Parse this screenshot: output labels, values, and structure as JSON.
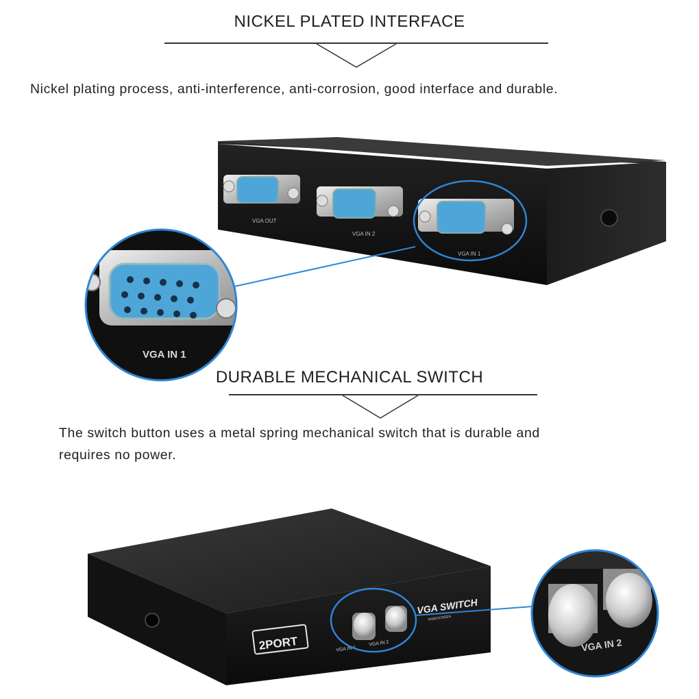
{
  "section1": {
    "heading": "NICKEL PLATED INTERFACE",
    "description": "Nickel plating process, anti-interference, anti-corrosion, good interface and durable.",
    "ports": {
      "out": "VGA OUT",
      "in2": "VGA IN 2",
      "in1": "VGA IN 1",
      "zoom_label": "VGA IN 1"
    }
  },
  "section2": {
    "heading": "DURABLE MECHANICAL SWITCH",
    "description_line1": "The switch button uses a metal spring mechanical switch that is durable and",
    "description_line2": "requires no power.",
    "device": {
      "port_badge": "2PORT",
      "brand_label": "VGA SWITCH",
      "brand_sub": "WIDESCREEN",
      "button1_label": "VGA IN 1",
      "button2_label": "VGA IN 2",
      "zoom_label": "VGA IN 2"
    }
  },
  "colors": {
    "connector_blue": "#4ea6d8",
    "callout_blue": "#2f86d6",
    "device_black": "#151515"
  }
}
